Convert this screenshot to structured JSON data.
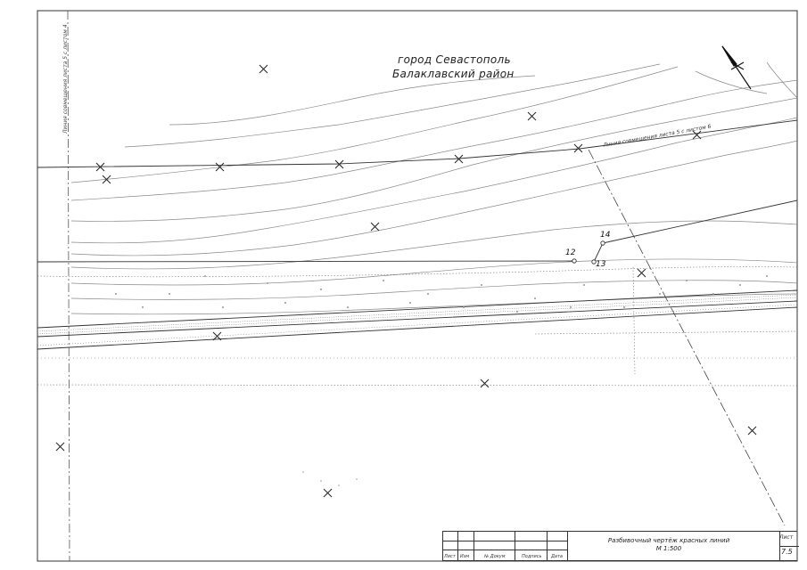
{
  "map": {
    "city_label": "город Севастополь",
    "district_label": "Балаклавский район",
    "side_note": "Линия совмещения листа 5 с листом 4",
    "diag_note": "Линия совмещения листа 5 с листом 6",
    "points": {
      "p12": "12",
      "p13": "13",
      "p14": "14"
    }
  },
  "title_block": {
    "columns": [
      "Лист",
      "Изм",
      "№ Докум",
      "Подпись",
      "Дата"
    ],
    "drawing_title": "Разбивочный чертёж красных линий",
    "scale": "М 1:500",
    "sheet_label": "Лист",
    "sheet_number": "7.5"
  },
  "colors": {
    "line": "#333333",
    "contour": "#8a8a8a",
    "paper": "#ffffff"
  }
}
